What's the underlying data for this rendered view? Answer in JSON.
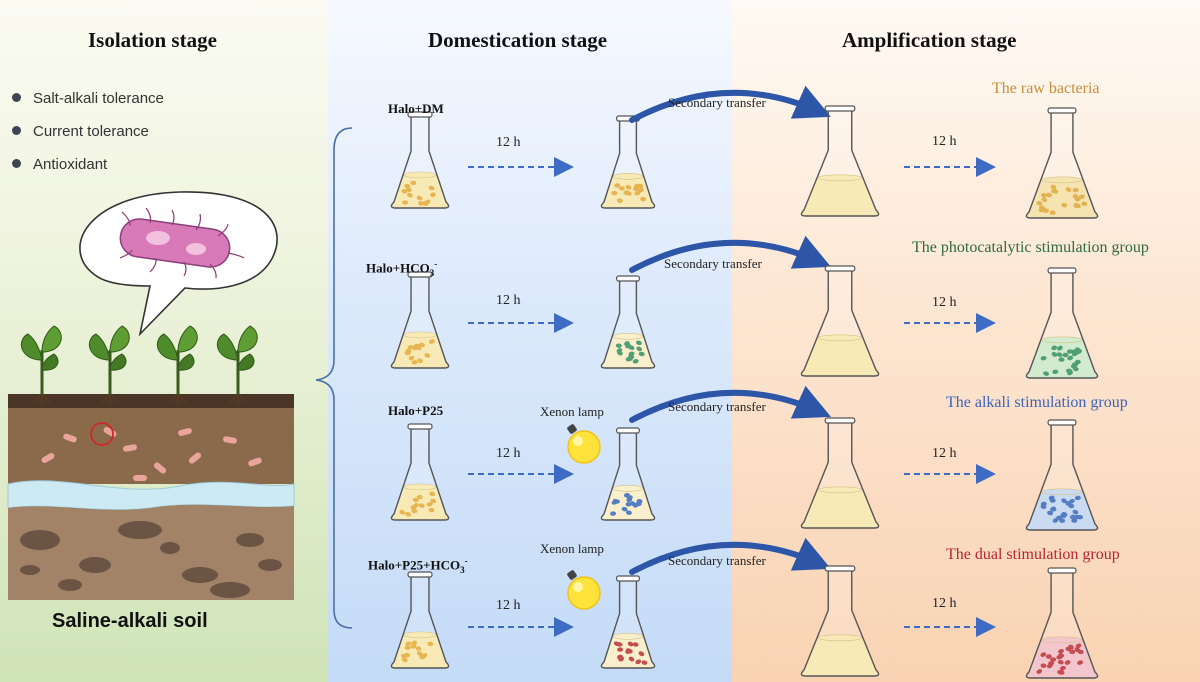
{
  "stages": {
    "isolation": "Isolation stage",
    "domestication": "Domestication stage",
    "amplification": "Amplification stage"
  },
  "traits": [
    "Salt-alkali tolerance",
    "Current tolerance",
    "Antioxidant"
  ],
  "soil_label": "Saline-alkali soil",
  "rows": [
    {
      "condition": "Halo+DM",
      "condition_sup": "",
      "lamp": "",
      "time": "12 h",
      "transfer": "Secondary transfer",
      "amp_time": "12 h",
      "group": "The raw bacteria",
      "group_color": "#c98e3a",
      "dot_color": "#e2a12a",
      "final_fill": "#f3dfa0",
      "final_dot": "#e0a12c"
    },
    {
      "condition": "Halo+HCO",
      "condition_sup": "3",
      "condition_charge": "-",
      "lamp": "",
      "time": "12 h",
      "transfer": "Secondary transfer",
      "amp_time": "12 h",
      "group": "The photocatalytic stimulation group",
      "group_color": "#2e6b3d",
      "dot_color": "#2a8a57",
      "final_fill": "#c8e6c4",
      "final_dot": "#2a8a57"
    },
    {
      "condition": "Halo+P25",
      "condition_sup": "",
      "lamp": "Xenon lamp",
      "time": "12 h",
      "transfer": "Secondary transfer",
      "amp_time": "12 h",
      "group": "The alkali stimulation group",
      "group_color": "#3f62b8",
      "dot_color": "#2f62b6",
      "final_fill": "#bfd4ee",
      "final_dot": "#2f62b6"
    },
    {
      "condition": "Halo+P25+HCO",
      "condition_sup": "3",
      "condition_charge": "-",
      "lamp": "Xenon lamp",
      "time": "12 h",
      "transfer": "Secondary transfer",
      "amp_time": "12 h",
      "group": "The dual stimulation group",
      "group_color": "#b8262d",
      "dot_color": "#b8262d",
      "final_fill": "#f1b9c1",
      "final_dot": "#b8262d"
    }
  ],
  "colors": {
    "arrow": "#3e6cc4",
    "medium": "#f6e6a8",
    "medium_dot": "#e3a52b",
    "bacterium": "#d879b8"
  }
}
